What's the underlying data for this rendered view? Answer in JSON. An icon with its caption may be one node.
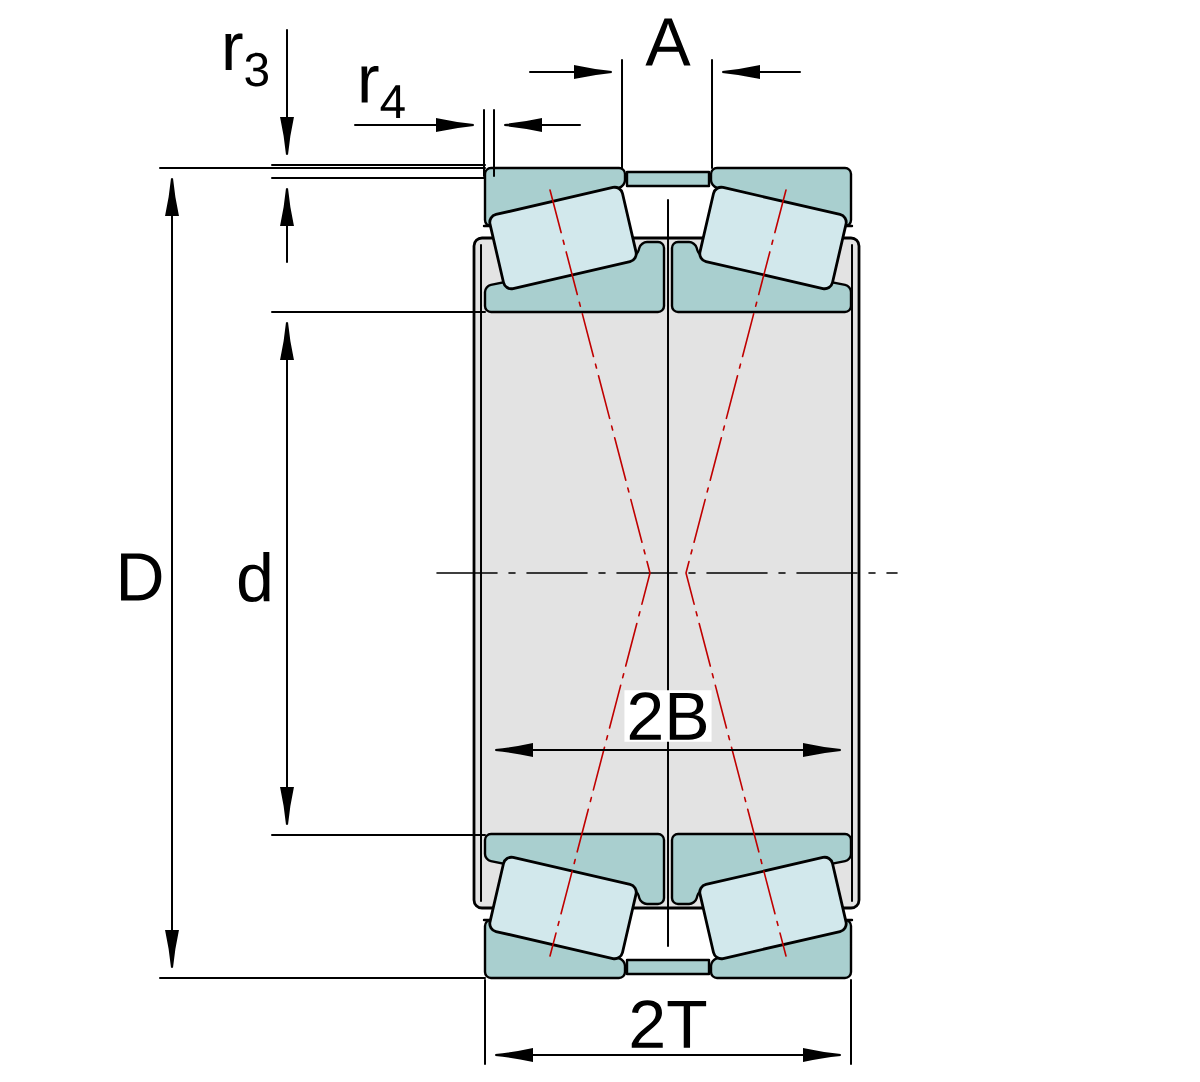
{
  "diagram": {
    "labels": [
      "r$_{3}$",
      "r$_{4}$",
      "A",
      "D",
      "d",
      "2B",
      "2T"
    ]
  }
}
